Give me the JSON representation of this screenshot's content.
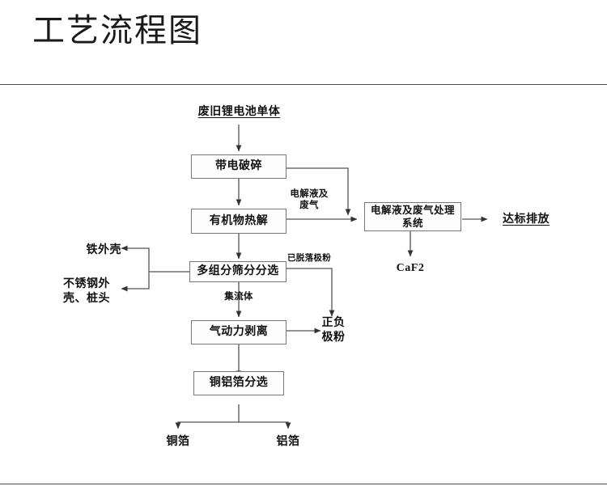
{
  "header": {
    "title": "工艺流程图"
  },
  "diagram": {
    "type": "process-flow",
    "nodes": {
      "source": {
        "label": "废旧锂电池单体",
        "style": "underlined-text"
      },
      "crush": {
        "label": "带电破碎",
        "style": "box"
      },
      "pyrolysis": {
        "label": "有机物热解",
        "style": "box"
      },
      "sorting": {
        "label": "多组分筛分分选",
        "style": "box"
      },
      "stripping": {
        "label": "气动力剥离",
        "style": "box"
      },
      "foil_sorting": {
        "label": "铜铝箔分选",
        "style": "box"
      },
      "gas_system": {
        "label": "电解液及废气处理\n系统",
        "style": "box"
      },
      "emission": {
        "label": "达标排放",
        "style": "underlined-text"
      },
      "caf2": {
        "label": "CaF2",
        "style": "text"
      },
      "iron_shell": {
        "label": "铁外壳",
        "style": "text"
      },
      "steel_shell": {
        "label": "不锈钢外\n壳、桩头",
        "style": "text"
      },
      "electrode_powder": {
        "label": "正负\n极粉",
        "style": "text"
      },
      "copper_foil": {
        "label": "铜箔",
        "style": "text"
      },
      "aluminum_foil": {
        "label": "铝箔",
        "style": "text"
      }
    },
    "edge_labels": {
      "gas": "电解液及\n废气",
      "detached_powder": "已脱落极粉",
      "current_collector": "集流体"
    },
    "colors": {
      "line": "#555555",
      "box_border": "#777777",
      "text": "#111111",
      "rule": "#4a4a4a"
    }
  }
}
